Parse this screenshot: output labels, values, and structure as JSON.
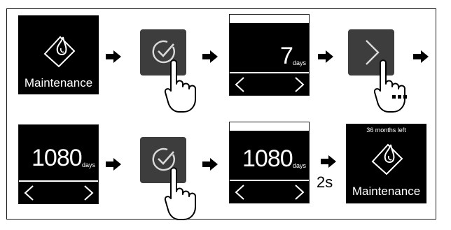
{
  "steps": {
    "maintenance_label": "Maintenance",
    "value_7": "7",
    "value_1080": "1080",
    "unit_days": "days",
    "months_left": "36 months left",
    "wait_time": "2s"
  },
  "icons": {
    "maintenance": "water-drop-filter-icon",
    "confirm": "check-circle-icon",
    "next": "chevron-right-icon",
    "nav_left": "chevron-left-icon",
    "nav_right": "chevron-right-icon",
    "hand": "pointing-hand-icon",
    "flow_arrow": "arrow-right-icon"
  },
  "colors": {
    "screen": "#000000",
    "button": "#3d3d3d",
    "icon_light": "#d9d9d9",
    "frame": "#1a1a1a"
  }
}
